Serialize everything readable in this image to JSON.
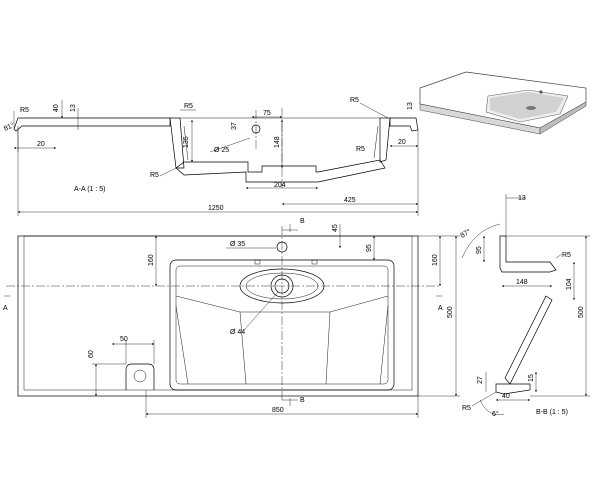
{
  "section_aa": {
    "title": "A-A  (1 : 5)",
    "dims": {
      "r5_left": "R5",
      "d40": "40",
      "d13_left": "13",
      "a81": "81°",
      "d20_left": "20",
      "r5_basin": "R5",
      "d75": "75",
      "d37": "37",
      "d135": "135",
      "d148": "148",
      "dia25": "Ø 25",
      "r5_bottom": "R5",
      "r5_bottom_right": "R5",
      "d204": "204",
      "r5_top_right": "R5",
      "d13_right": "13",
      "d20_right": "20",
      "d425": "425",
      "d1250": "1250"
    }
  },
  "plan_view": {
    "dims": {
      "b_top": "B",
      "b_bottom": "B",
      "dia35": "Ø 35",
      "d45": "45",
      "d95": "95",
      "d160_left": "160",
      "d160_right": "160",
      "dia44": "Ø 44",
      "d50": "50",
      "d60": "60",
      "d850": "850",
      "d500": "500",
      "a_left": "A",
      "a_right": "A"
    }
  },
  "section_bb": {
    "title": "B-B  (1 : 5)",
    "dims": {
      "d13": "13",
      "a87": "87°",
      "d95": "95",
      "r5_top": "R5",
      "d148": "148",
      "d104": "104",
      "d500": "500",
      "d27": "27",
      "d15": "15",
      "d40": "40",
      "a6": "6°",
      "r5_bottom": "R5"
    }
  },
  "colors": {
    "line": "#000000",
    "background": "#ffffff",
    "render_gray": "#9a9a9a"
  }
}
